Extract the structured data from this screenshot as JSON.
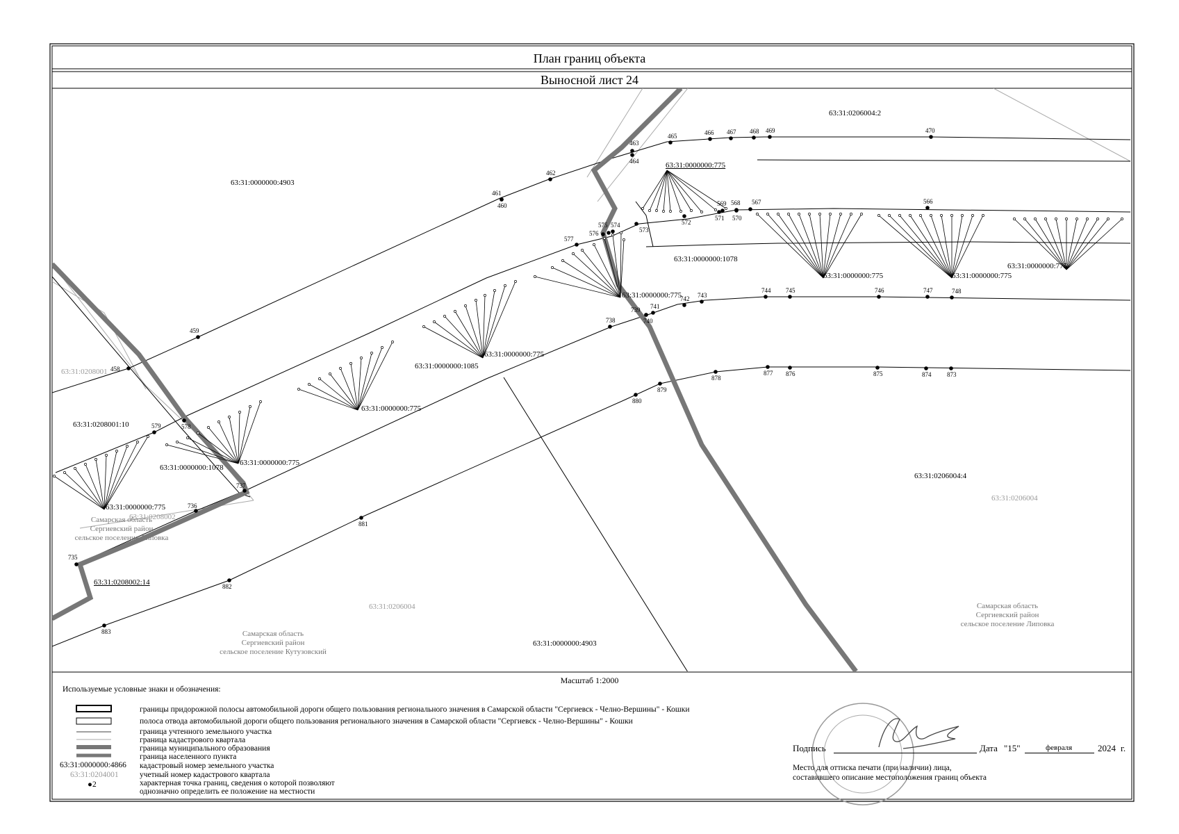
{
  "header": {
    "title": "План границ объекта",
    "subtitle": "Выносной лист 24"
  },
  "map": {
    "parcels": {
      "p4903_top": "63:31:0000000:4903",
      "p0206004_2": "63:31:0206004:2",
      "p775_a": "63:31:0000000:775",
      "p1078_a": "63:31:0000000:1078",
      "p775_b": "63:31:0000000:775",
      "p775_c": "63:31:0000000:775",
      "p775_d": "63:31:0000000:775",
      "p775_e": "63:31:0000000:775",
      "p775_f": "63:31:0000000:775",
      "p1085": "63:31:0000000:1085",
      "p0208001_10": "63:31:0208001:10",
      "p775_g": "63:31:0000000:775",
      "p1078_b": "63:31:0000000:1078",
      "p775_h": "63:31:0000000:775",
      "p775_i": "63:31:0000000:775",
      "p0208002_14": "63:31:0208002:14",
      "p0206004_4": "63:31:0206004:4",
      "p4903_bottom": "63:31:0000000:4903"
    },
    "quarters": {
      "q0208001": "63:31:0208001",
      "q0208002": "63:31:0208002",
      "q0206004_a": "63:31:0206004",
      "q0206004_b": "63:31:0206004"
    },
    "regions": {
      "left_1": "Самарская область",
      "left_2": "Сергиевский район",
      "left_3": "сельское поселение Липовка",
      "mid_1": "Самарская область",
      "mid_2": "Сергиевский район",
      "mid_3": "сельское поселение Кутузовский",
      "right_1": "Самарская область",
      "right_2": "Сергиевский район",
      "right_3": "сельское поселение Липовка"
    },
    "points": {
      "p463": "463",
      "p464": "464",
      "p465": "465",
      "p466": "466",
      "p467": "467",
      "p468": "468",
      "p469": "469",
      "p470": "470",
      "p462": "462",
      "p461": "461",
      "p460": "460",
      "p459": "459",
      "p458": "458",
      "p569": "569",
      "p568": "568",
      "p567": "567",
      "p566": "566",
      "p572": "572",
      "p571": "571",
      "p570": "570",
      "p573": "573",
      "p574": "574",
      "p575": "575",
      "p576": "576",
      "p577": "577",
      "p744": "744",
      "p745": "745",
      "p746": "746",
      "p747": "747",
      "p748": "748",
      "p742": "742",
      "p743": "743",
      "p741": "741",
      "p739": "739",
      "p740": "740",
      "p738": "738",
      "p877": "877",
      "p876": "876",
      "p875": "875",
      "p874": "874",
      "p873": "873",
      "p878": "878",
      "p879": "879",
      "p880": "880",
      "p881": "881",
      "p882": "882",
      "p883": "883",
      "p579": "579",
      "p578": "578",
      "p737": "737",
      "p736": "736",
      "p735": "735"
    }
  },
  "scale": {
    "label": "Масштаб 1:2000"
  },
  "legend": {
    "heading": "Используемые условные знаки и обозначения:",
    "items": [
      "границы придорожной полосы автомобильной дороги общего пользования регионального значения в Самарской области \"Сергиевск - Челно-Вершины\" - Кошки",
      "полоса отвода автомобильной дороги общего пользования регионального значения в Самарской области \"Сергиевск - Челно-Вершины\" - Кошки",
      "граница учтенного земельного участка",
      "граница кадастрового квартала",
      "граница муниципального образования",
      "граница населенного пункта",
      "кадастровый номер земельного участка",
      "учетный номер кадастрового квартала",
      "характерная точка границ, сведения о которой позволяют",
      "однозначно определить ее положение на местности"
    ],
    "sample_parcel": "63:31:0000000:4866",
    "sample_quarter": "63:31:0204001",
    "sample_point": "2"
  },
  "signature": {
    "sign_label": "Подпись",
    "date_label": "Дата",
    "date_day": "\"15\"",
    "date_month": "февраля",
    "date_year": "2024",
    "date_suffix": "г.",
    "seal_note_1": "Место для оттиска печати (при наличии) лица,",
    "seal_note_2": "составившего описание местоположения границ объекта"
  },
  "colors": {
    "line": "#000000",
    "boundary_thick": "#777777",
    "quarter_line": "#aaaaaa",
    "quarter_text": "#9a9a9a",
    "region_text": "#777777"
  }
}
